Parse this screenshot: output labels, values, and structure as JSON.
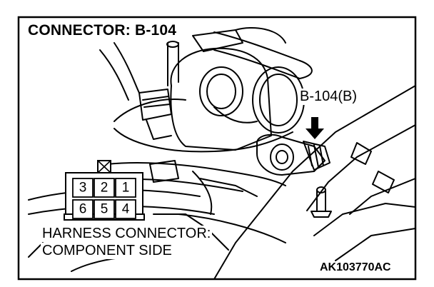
{
  "title": "CONNECTOR: B-104",
  "callout": "B-104(B)",
  "harness_line1": "HARNESS CONNECTOR:",
  "harness_line2": "COMPONENT SIDE",
  "figure_code": "AK103770AC",
  "connector": {
    "top_row": [
      "3",
      "2",
      "1"
    ],
    "bottom_row": [
      "6",
      "5",
      "4"
    ]
  }
}
